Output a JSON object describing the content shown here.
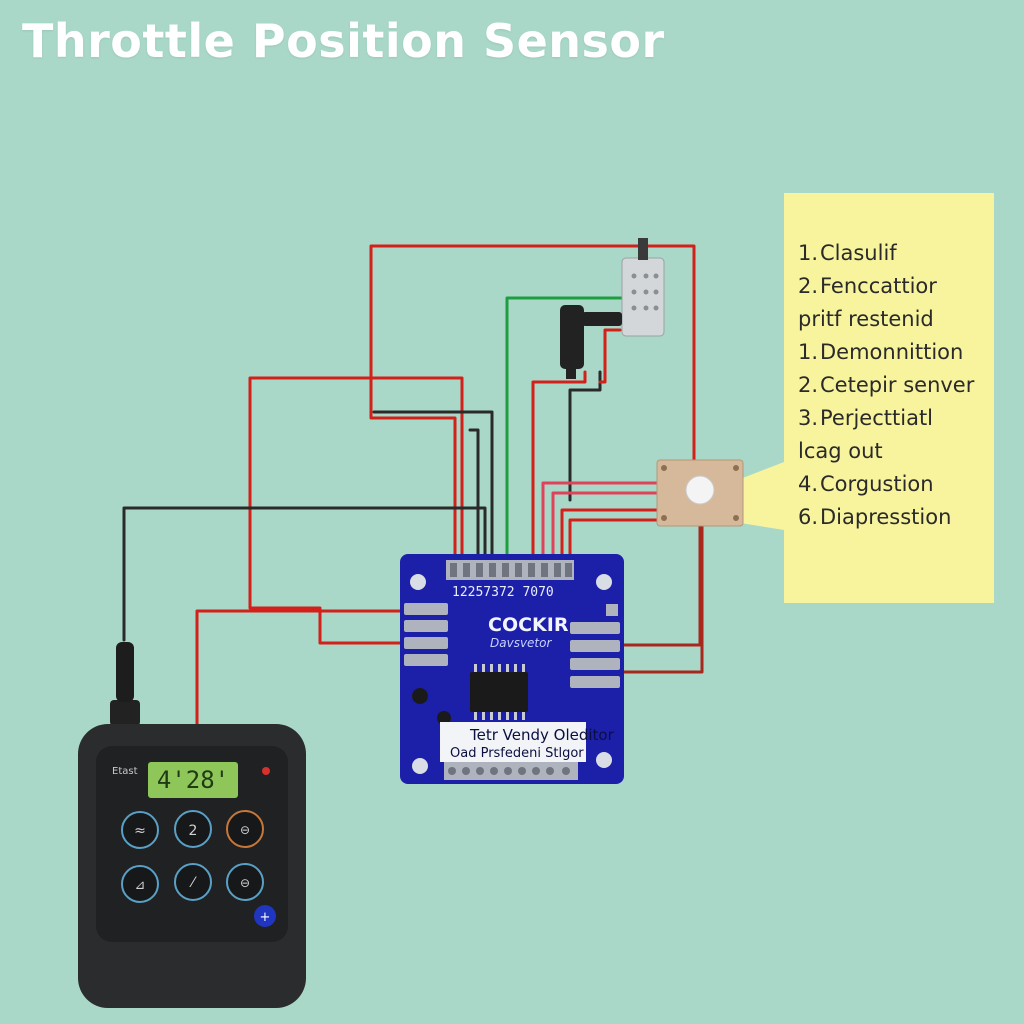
{
  "title": "Throttle Position Sensor",
  "steps": [
    {
      "number": "1.",
      "text": "Clasulif",
      "cont": ""
    },
    {
      "number": "2.",
      "text": "Fenccattior",
      "cont": "pritf restenid"
    },
    {
      "number": "1.",
      "text": "Demonnittion",
      "cont": ""
    },
    {
      "number": "2.",
      "text": "Cetepir senver",
      "cont": ""
    },
    {
      "number": "3.",
      "text": "Perjecttiatl",
      "cont": "lcag out"
    },
    {
      "number": "4.",
      "text": "Corgustion",
      "cont": ""
    },
    {
      "number": "6.",
      "text": "Diapresstion",
      "cont": ""
    }
  ],
  "pcb": {
    "brand": "COCKIR",
    "subtitle": "Davsvetor",
    "label_line1": "Tetr Vendy Oleditor",
    "label_line2": "Oad Prsfedeni Stlgor",
    "pin_numbers": "12257372 7070"
  },
  "meter": {
    "brand": "Etast",
    "reading": "4'28'"
  },
  "colors": {
    "background": "#a9d8c8",
    "pcb": "#1c1fa8",
    "wire_red": "#d3201a",
    "wire_black": "#2a2a2a",
    "wire_green": "#1e9e3e",
    "callout": "#f8f49e",
    "meter_body": "#2b2c2e",
    "lcd": "#8fc65a"
  }
}
